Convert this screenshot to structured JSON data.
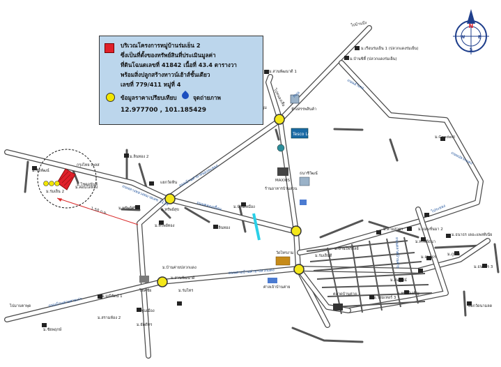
{
  "info_box": {
    "lines": [
      "บริเวณโครงการหมู่บ้านร่มเย็น 2",
      "ซึ่งเป็นที่ตั้งของทรัพย์สินที่ประเมินมูลค่า",
      "ที่ดินโฉนดเลขที่ 41842 เนื้อที่ 43.4 ตารางวา",
      "พร้อมสิ่งปลูกสร้างทาวน์เฮ้าส์ชั้นเดียว",
      "เลขที่ 779/411 หมู่ที่ 4"
    ],
    "legend_comparables": "ข้อมูลราคาเปรียบเทียบ",
    "legend_photo": "จุดถ่ายภาพ",
    "coordinates": "12.977700 , 101.185429"
  },
  "colors": {
    "info_bg": "#bcd6ec",
    "subject_red": "#e0202a",
    "comparable_yellow": "#f2e600",
    "photo_blue": "#1c4fbf",
    "road_label_blue": "#1a4f9a",
    "distance_line": "#d92a2a",
    "canal": "#2ad0e8"
  },
  "compass": {
    "n": "N",
    "s": "S",
    "e": "E",
    "w": "W"
  },
  "distance_label": "1.50 ก.ม.",
  "road_labels": [
    "ไปหนองเสือ",
    "ถนนบ้านค่าย-หนองละลอก",
    "ถนนสายบ้านค่าย-ปลวกแดง",
    "ถนนทางหลวงหมายเลข 3138",
    "ถนนคลองเขื่อน",
    "ถนนบ้านค่ายสายเก่า",
    "ถนนตลาดบ้านค่าย",
    "ถนนปลวกแดง",
    "ไปบ้านบึง",
    "ถนนอำเภอ",
    "ไประยอง",
    "ถนน"
  ],
  "places": [
    "ม.เรือนร่มเย็น 1 (ปลวกแดงร่มเย็น)",
    "ม.บ้านซิตี้ (ปลวกแดงร่มเย็น)",
    "ม.สวนพัฒนาดี 1",
    "แยกสุขุม",
    "ธนาคารกรุงไทย",
    "ห้างสรรพสินค้า",
    "Tesco Lotus",
    "ม.Goodwill",
    "ม.ลินทอง 2",
    "ม.ชัยพัฒน์",
    "กรุงไทย เพลส",
    "ม.โชคอนันต์",
    "ม.ร่มเย็น 2",
    "ม.คอนโดทอง",
    "แยกวัดหนองน้ำขุ่น",
    "แยกวัดหิน",
    "ม.ทรัพย์ศรี",
    "ม.ทรัพย์ทอง",
    "ม.ทรัพย์สุข",
    "ร้านอาหารบ้านสวน",
    "MAXXIS",
    "ธนาชีวัฒน์",
    "ม.ลินทอง",
    "ม.บ้านเหมือง",
    "วัดไทรงาม",
    "ศาลเจ้าบ้านค่าย",
    "สถานีตำรวจ",
    "ม.ร่มเย็นดี",
    "ม.บ้านไพรวัลย์",
    "ม.สามสายฯ",
    "ม.แมนชั่นมา 2",
    "ม.ธนาธร เดอะแพลทิเนีย",
    "ม.ภูมิใจ",
    "ม.ทรัพย์ธนา",
    "ม.ธนาธร",
    "ม.ธนวัตร 3",
    "ม.สมบูรณ์",
    "ม.ทรัพย์เจริญ",
    "สภ.บ้านค่าย",
    "ตลาดบ้านค่าย",
    "ม.โฮมเทอร์ 3",
    "ม.ชัยเจริญ 1",
    "ม.บ้านค่ายปลวกแดง",
    "ม.บ้านชุมชน 3",
    "แยกวัดนามลด",
    "โชคชัย",
    "ม.สวนพัฒนาดี",
    "ม.ร่มไทร",
    "ม.มณีรัตน์ 1",
    "ม.คุณเมือง",
    "ม.สรามห้อง 2",
    "ม.ยัดดีทร",
    "ไปมาบตาพุด",
    "ม.ชัยพฤกษ์",
    "ไประยองทองน้อย"
  ]
}
